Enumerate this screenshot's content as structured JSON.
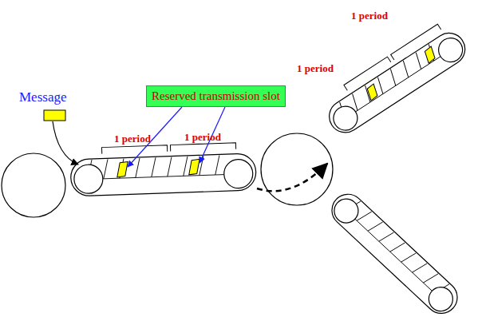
{
  "diagram": {
    "nodes": [
      {
        "text": [
          "Reserved transmission slot"
        ]
      }
    ],
    "labels": [
      "Message",
      "1 period",
      "1 period",
      "1 period",
      "1 period"
    ]
  }
}
